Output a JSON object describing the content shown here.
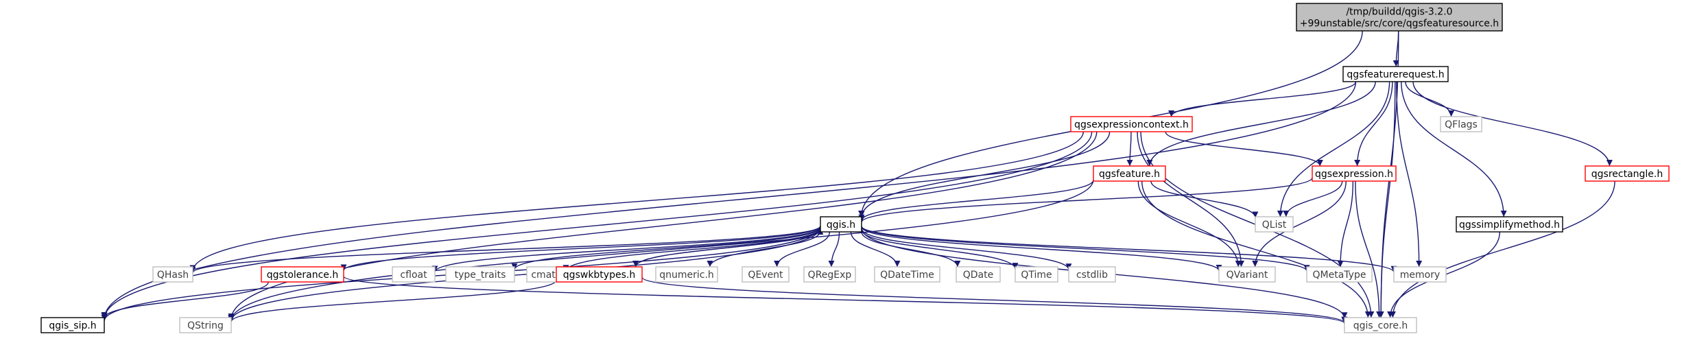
{
  "graph": {
    "colors": {
      "edge": "#191970",
      "root_fill": "#bfbfbf",
      "normal_border": "#000000",
      "documented_border": "#ff0000",
      "system_border": "#bfbfbf",
      "system_text": "#404040"
    },
    "nodes": [
      {
        "id": "root",
        "lines": [
          "/tmp/buildd/qgis-3.2.0",
          "+99unstable/src/core/qgsfeaturesource.h"
        ],
        "kind": "root"
      },
      {
        "id": "qgsfeaturerequest",
        "lines": [
          "qgsfeaturerequest.h"
        ],
        "kind": "normal"
      },
      {
        "id": "qgsexpressioncontext",
        "lines": [
          "qgsexpressioncontext.h"
        ],
        "kind": "documented"
      },
      {
        "id": "qflags",
        "lines": [
          "QFlags"
        ],
        "kind": "system"
      },
      {
        "id": "qgsrectangle",
        "lines": [
          "qgsrectangle.h"
        ],
        "kind": "documented"
      },
      {
        "id": "qgsfeature",
        "lines": [
          "qgsfeature.h"
        ],
        "kind": "documented"
      },
      {
        "id": "qgsexpression",
        "lines": [
          "qgsexpression.h"
        ],
        "kind": "documented"
      },
      {
        "id": "qlist",
        "lines": [
          "QList"
        ],
        "kind": "system"
      },
      {
        "id": "qgssimplifymethod",
        "lines": [
          "qgssimplifymethod.h"
        ],
        "kind": "normal"
      },
      {
        "id": "qgis",
        "lines": [
          "qgis.h"
        ],
        "kind": "normal"
      },
      {
        "id": "qhash",
        "lines": [
          "QHash"
        ],
        "kind": "system"
      },
      {
        "id": "qgstolerance",
        "lines": [
          "qgstolerance.h"
        ],
        "kind": "documented"
      },
      {
        "id": "cfloat",
        "lines": [
          "cfloat"
        ],
        "kind": "system"
      },
      {
        "id": "type_traits",
        "lines": [
          "type_traits"
        ],
        "kind": "system"
      },
      {
        "id": "cmath",
        "lines": [
          "cmath"
        ],
        "kind": "system"
      },
      {
        "id": "qgswkbtypes",
        "lines": [
          "qgswkbtypes.h"
        ],
        "kind": "documented"
      },
      {
        "id": "qnumeric",
        "lines": [
          "qnumeric.h"
        ],
        "kind": "system"
      },
      {
        "id": "qevent",
        "lines": [
          "QEvent"
        ],
        "kind": "system"
      },
      {
        "id": "qregexp",
        "lines": [
          "QRegExp"
        ],
        "kind": "system"
      },
      {
        "id": "qdatetime",
        "lines": [
          "QDateTime"
        ],
        "kind": "system"
      },
      {
        "id": "qdate",
        "lines": [
          "QDate"
        ],
        "kind": "system"
      },
      {
        "id": "qtime",
        "lines": [
          "QTime"
        ],
        "kind": "system"
      },
      {
        "id": "cstdlib",
        "lines": [
          "cstdlib"
        ],
        "kind": "system"
      },
      {
        "id": "qvariant",
        "lines": [
          "QVariant"
        ],
        "kind": "system"
      },
      {
        "id": "qmetatype",
        "lines": [
          "QMetaType"
        ],
        "kind": "system"
      },
      {
        "id": "memory",
        "lines": [
          "memory"
        ],
        "kind": "system"
      },
      {
        "id": "qgis_sip",
        "lines": [
          "qgis_sip.h"
        ],
        "kind": "normal"
      },
      {
        "id": "qstring",
        "lines": [
          "QString"
        ],
        "kind": "system"
      },
      {
        "id": "qgis_core",
        "lines": [
          "qgis_core.h"
        ],
        "kind": "system"
      }
    ],
    "edges": [
      [
        "root",
        "qgsfeaturerequest"
      ],
      [
        "root",
        "qgis"
      ],
      [
        "root",
        "qgis_core"
      ],
      [
        "qgsfeaturerequest",
        "qgsexpressioncontext"
      ],
      [
        "qgsfeaturerequest",
        "qgsfeature"
      ],
      [
        "qgsfeaturerequest",
        "qgsexpression"
      ],
      [
        "qgsfeaturerequest",
        "qlist"
      ],
      [
        "qgsfeaturerequest",
        "qflags"
      ],
      [
        "qgsfeaturerequest",
        "memory"
      ],
      [
        "qgsfeaturerequest",
        "qgsrectangle"
      ],
      [
        "qgsfeaturerequest",
        "qgssimplifymethod"
      ],
      [
        "qgsfeaturerequest",
        "qgis_core"
      ],
      [
        "qgsfeaturerequest",
        "qgis_sip"
      ],
      [
        "qgsexpressioncontext",
        "qgsfeature"
      ],
      [
        "qgsexpressioncontext",
        "qgsexpression"
      ],
      [
        "qgsexpressioncontext",
        "qgis"
      ],
      [
        "qgsexpressioncontext",
        "qvariant"
      ],
      [
        "qgsexpressioncontext",
        "qgis_core"
      ],
      [
        "qgsexpressioncontext",
        "qhash"
      ],
      [
        "qgsexpressioncontext",
        "qstring"
      ],
      [
        "qgsexpressioncontext",
        "qgis_sip"
      ],
      [
        "qgsfeature",
        "qgis"
      ],
      [
        "qgsfeature",
        "qlist"
      ],
      [
        "qgsfeature",
        "qvariant"
      ],
      [
        "qgsfeature",
        "qgis_core"
      ],
      [
        "qgsfeature",
        "qstring"
      ],
      [
        "qgsexpression",
        "qgis"
      ],
      [
        "qgsexpression",
        "qlist"
      ],
      [
        "qgsexpression",
        "qvariant"
      ],
      [
        "qgsexpression",
        "qmetatype"
      ],
      [
        "qgsexpression",
        "qgis_core"
      ],
      [
        "qgssimplifymethod",
        "qgis_core"
      ],
      [
        "qgsrectangle",
        "qgis_core"
      ],
      [
        "qgis",
        "qhash"
      ],
      [
        "qgis",
        "qgstolerance"
      ],
      [
        "qgis",
        "cfloat"
      ],
      [
        "qgis",
        "type_traits"
      ],
      [
        "qgis",
        "cmath"
      ],
      [
        "qgis",
        "qgswkbtypes"
      ],
      [
        "qgis",
        "qnumeric"
      ],
      [
        "qgis",
        "qevent"
      ],
      [
        "qgis",
        "qregexp"
      ],
      [
        "qgis",
        "qdatetime"
      ],
      [
        "qgis",
        "qdate"
      ],
      [
        "qgis",
        "qtime"
      ],
      [
        "qgis",
        "cstdlib"
      ],
      [
        "qgis",
        "qvariant"
      ],
      [
        "qgis",
        "qmetatype"
      ],
      [
        "qgis",
        "memory"
      ],
      [
        "qgis",
        "qgis_core"
      ],
      [
        "qgis",
        "qgis_sip"
      ],
      [
        "qgis",
        "qstring"
      ],
      [
        "qgswkbtypes",
        "qgis"
      ],
      [
        "qgswkbtypes",
        "qgis_core"
      ],
      [
        "qgswkbtypes",
        "qstring"
      ],
      [
        "qgstolerance",
        "qgis_sip"
      ],
      [
        "qgstolerance",
        "qgis_core"
      ]
    ]
  }
}
